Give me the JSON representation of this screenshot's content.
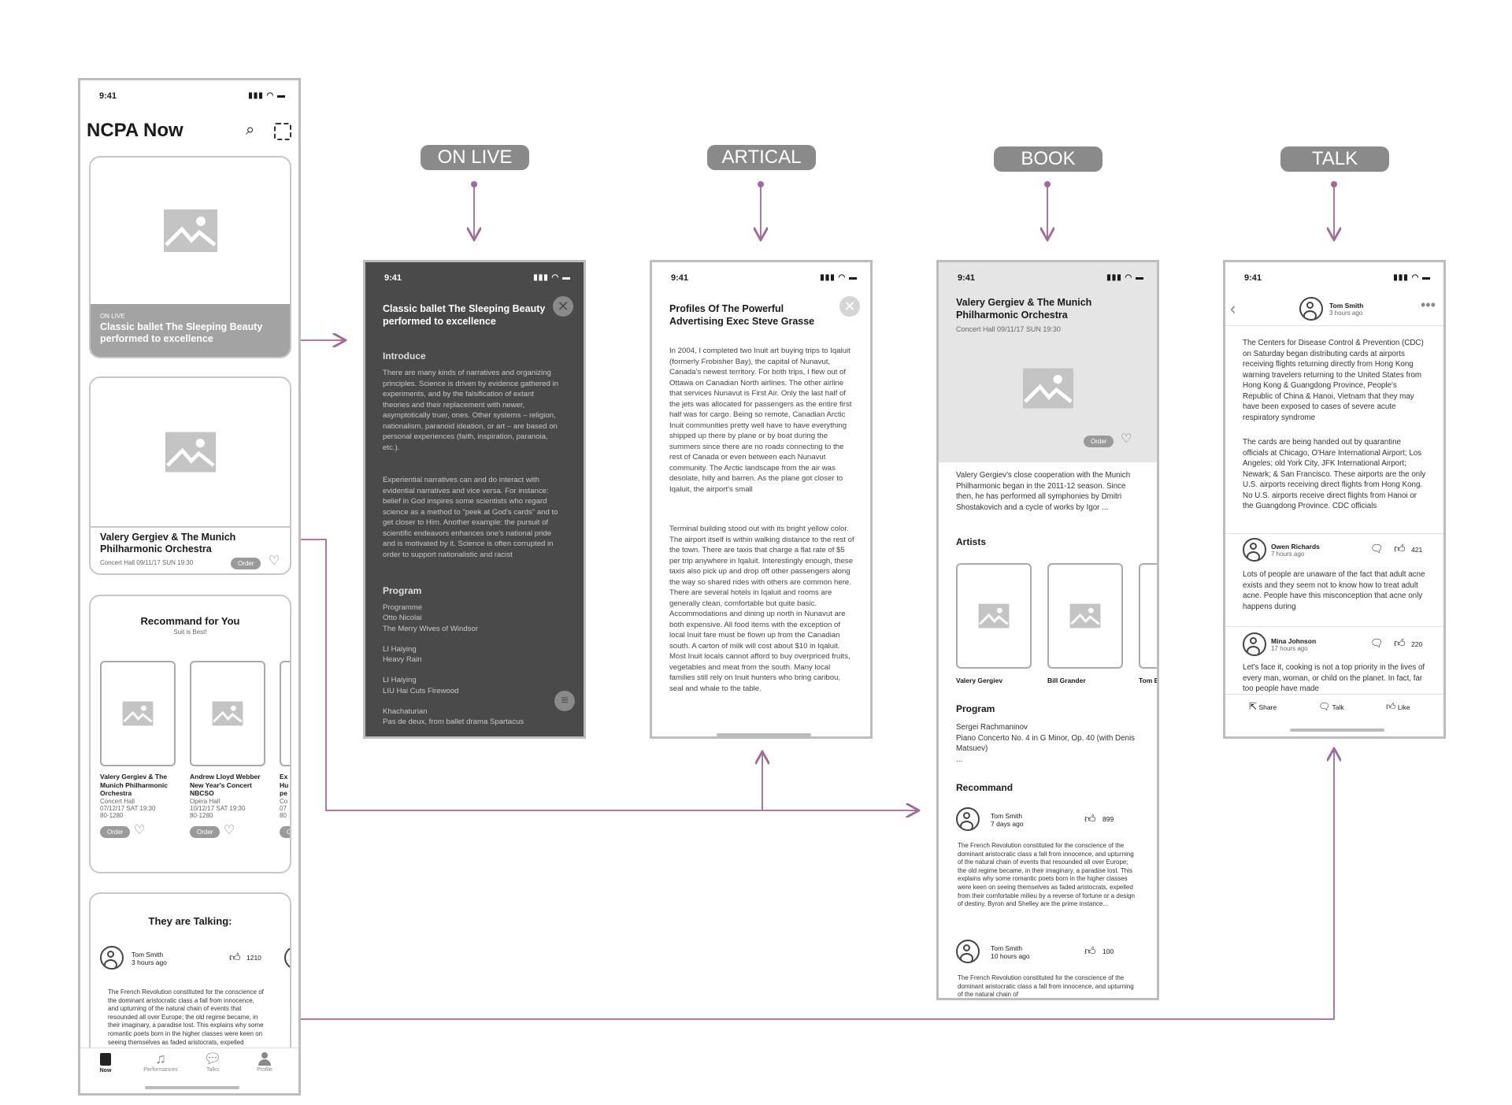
{
  "labels": {
    "onlive": "ON LIVE",
    "artical": "ARTICAL",
    "book": "BOOK",
    "talk": "TALK"
  },
  "status_time": "9:41",
  "home": {
    "title": "NCPA Now",
    "hero": {
      "tag": "ON LIVE",
      "title": "Classic ballet The Sleeping Beauty performed to excellence"
    },
    "event": {
      "title": "Valery Gergiev & The Munich Philharmonic Orchestra",
      "meta": "Concert Hall  09/11/17 SUN 19:30",
      "order": "Order"
    },
    "recommend": {
      "title": "Recommand for You",
      "subtitle": "Suit is Best!",
      "items": [
        {
          "title": "Valery Gergiev & The Munich Philharmonic Orchestra",
          "venue": "Concert Hall",
          "date": "07/12/17 SAT 19:30",
          "price": "80-1280",
          "order": "Order"
        },
        {
          "title": "Andrew Lloyd Webber New Year's Concert NBCSO",
          "venue": "Opera Hall",
          "date": "10/12/17 SAT 19:30",
          "price": "80-1280",
          "order": "Order"
        },
        {
          "title": "Ex Hu pe",
          "venue": "Co",
          "date": "07",
          "price": "80",
          "order": "O"
        }
      ]
    },
    "talking": {
      "title": "They are Talking:",
      "user": "Tom Smith",
      "time": "3 hours ago",
      "likes": "1210",
      "text": "The French Revolution constituted for the conscience of the dominant aristocratic class a fall from innocence, and upturning of the natural chain of events that resounded all over Europe; the old regime became, in their imaginary, a paradise lost. This explains why some romantic poets born in the higher classes were keen on seeing themselves as faded aristocrats, expelled"
    },
    "tabs": [
      {
        "label": "Now",
        "icon": "calendar-icon"
      },
      {
        "label": "Performances",
        "icon": "music-note-icon"
      },
      {
        "label": "Talks",
        "icon": "chat-bubbles-icon"
      },
      {
        "label": "Profile",
        "icon": "person-icon"
      }
    ]
  },
  "onlive": {
    "title": "Classic ballet The Sleeping Beauty performed to excellence",
    "introduce_heading": "Introduce",
    "introduce_p1": "There are many kinds of narratives and organizing principles. Science is driven by evidence gathered in experiments, and by the falsification of extant theories and their replacement with newer, asymptotically truer, ones. Other systems – religion, nationalism, paranoid ideation, or art – are based on personal experiences (faith, inspiration, paranoia, etc.).",
    "introduce_p2": "Experiential narratives can and do interact with evidential narratives and vice versa. For instance: belief in God inspires some scientists who regard science as a method to \"peek at God's cards\" and to get closer to Him. Another example: the pursuit of scientific endeavors enhances one's national pride and is motivated by it. Science is often corrupted in order to support nationalistic and racist",
    "program_heading": "Program",
    "program": [
      "Programme",
      "Otto Nicolai",
      "The Merry Wives of Windsor",
      "",
      "LI Haiying",
      "Heavy Rain",
      "",
      "LI Haiying",
      "LIU Hai Cuts Firewood",
      "",
      "Khachaturian",
      "Pas de deux, from ballet drama Spartacus"
    ]
  },
  "article": {
    "title": "Profiles Of The Powerful Advertising Exec Steve Grasse",
    "p1": "In 2004, I completed two Inuit art buying trips to Iqaluit (formerly Frobisher Bay), the capital of Nunavut, Canada's newest territory. For both trips, I flew out of Ottawa on Canadian North airlines. The other airline that services Nunavut is First Air. Only the last half of the jets was allocated for passengers as the entire first half was for cargo. Being so remote, Canadian Arctic Inuit communities pretty well have to have everything shipped up there by plane or by boat during the summers since there are no roads connecting to the rest of Canada or even between each Nunavut community. The Arctic landscape from the air was desolate, hilly and barren. As the plane got closer to Iqaluit, the airport's small",
    "p2": "Terminal building stood out with its bright yellow color. The airport itself is within walking distance to the rest of the town. There are taxis that charge a flat rate of $5 per trip anywhere in Iqaluit. Interestingly enough, these taxis also pick up and drop off other passengers along the way so shared rides with others are common here. There are several hotels in Iqaluit and rooms are generally clean, comfortable but quite basic. Accommodations and dining up north in Nunavut are both expensive. All food items with the exception of local Inuit fare must be flown up from the Canadian south. A carton of milk will cost about $10 in Iqaluit. Most Inuit locals cannot afford to buy overpriced fruits, vegetables and meat from the south. Many local families still rely on Inuit hunters who bring caribou, seal and whale to the table."
  },
  "book": {
    "title": "Valery Gergiev & The Munich Philharmonic Orchestra",
    "meta": "Concert Hall  09/11/17 SUN 19:30",
    "order": "Order",
    "desc": "Valery Gergiev's close cooperation with the Munich Philharmonic began in the 2011-12 season. Since then, he has performed all symphonies by Dmitri Shostakovich and a cycle of works by Igor ...",
    "artists_heading": "Artists",
    "artists": [
      "Valery Gergiev",
      "Bill Grander",
      "Tom B"
    ],
    "program_heading": "Program",
    "program": [
      "Sergei Rachmaninov",
      "Piano Concerto No. 4 in G Minor, Op. 40 (with Denis Matsuev)",
      "..."
    ],
    "recommend_heading": "Recommand",
    "comments": [
      {
        "user": "Tom Smith",
        "time": "7 days ago",
        "likes": "899",
        "text": "The French Revolution constituted for the conscience of the dominant aristocratic class a fall from innocence, and upturning of the natural chain of events that resounded all over Europe; the old regime became, in their imaginary, a paradise lost. This explains why some romantic poets born in the higher classes were keen on seeing themselves as faded aristocrats, expelled from their comfortable milieu by a reverse of fortune or a design of destiny. Byron and Shelley are the prime instance..."
      },
      {
        "user": "Tom Smith",
        "time": "10 hours ago",
        "likes": "100",
        "text": "The French Revolution constituted for the conscience of the dominant aristocratic class a fall from innocence, and upturning of the natural chain of"
      }
    ]
  },
  "talk": {
    "user": "Tom Smith",
    "time": "3 hours ago",
    "p1": "The Centers for Disease Control & Prevention (CDC) on Saturday began distributing cards at airports receiving flights returning directly from Hong Kong warning travelers returning to the United States from Hong Kong & Guangdong Province, People's Republic of China & Hanoi, Vietnam that they may have been exposed to cases of severe acute respiratory syndrome",
    "p2": "The cards are being handed out by quarantine officials at Chicago, O'Hare International Airport; Los Angeles; old York City, JFK International Airport; Newark; & San Francisco. These airports are the only U.S. airports receiving direct flights from Hong Kong. No U.S. airports receive direct flights from Hanoi or the Guangdong Province. CDC officials",
    "comments": [
      {
        "user": "Owen Richards",
        "time": "7 hours ago",
        "likes": "421",
        "text": "Lots of people are unaware of the fact that adult acne exists and they seem not to know how to treat adult acne. People have this misconception that acne only happens during"
      },
      {
        "user": "Mina Johnson",
        "time": "17 hours ago",
        "likes": "220",
        "text": "Let's face it, cooking is not a top priority in the lives of every man, woman, or child on the planet. In fact, far too people have made"
      }
    ],
    "actions": [
      "Share",
      "Talk",
      "Like"
    ]
  },
  "colors": {
    "flow_arrow": "#a06a98",
    "label_bg": "#8a8a8a",
    "dark_screen": "#4a4a4a"
  }
}
